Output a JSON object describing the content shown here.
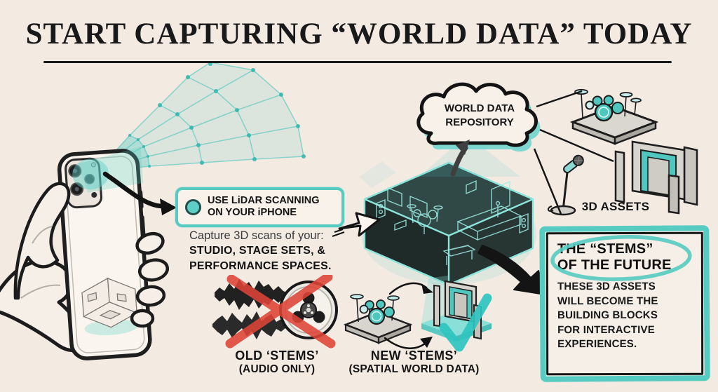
{
  "title": "START CAPTURING “WORLD DATA” TODAY",
  "colors": {
    "background": "#f3eae2",
    "teal": "#55cbc2",
    "teal_bright": "#2fc4c0",
    "ink": "#1b1b1b",
    "red_cross": "#df4437",
    "room_dark": "#243230"
  },
  "lidar_callout": {
    "line1": "USE LiDAR SCANNING",
    "line2": "ON YOUR iPHONE"
  },
  "capture_note": {
    "intro": "Capture 3D scans of your:",
    "line1": "STUDIO, STAGE SETS, &",
    "line2": "PERFORMANCE SPACES."
  },
  "cloud": {
    "line1": "WORLD DATA",
    "line2": "REPOSITORY"
  },
  "assets_label": "3D ASSETS",
  "stems_future": {
    "title_line1": "THE “STEMS”",
    "title_line2": "OF THE FUTURE",
    "body_lines": [
      "THESE 3D ASSETS",
      "WILL BECOME THE",
      "BUILDING BLOCKS",
      "FOR INTERACTIVE",
      "EXPERIENCES."
    ]
  },
  "old_stems": {
    "label": "OLD ‘STEMS’",
    "sublabel": "(AUDIO ONLY)"
  },
  "new_stems": {
    "label": "NEW ‘STEMS’",
    "sublabel": "(SPATIAL WORLD DATA)"
  }
}
